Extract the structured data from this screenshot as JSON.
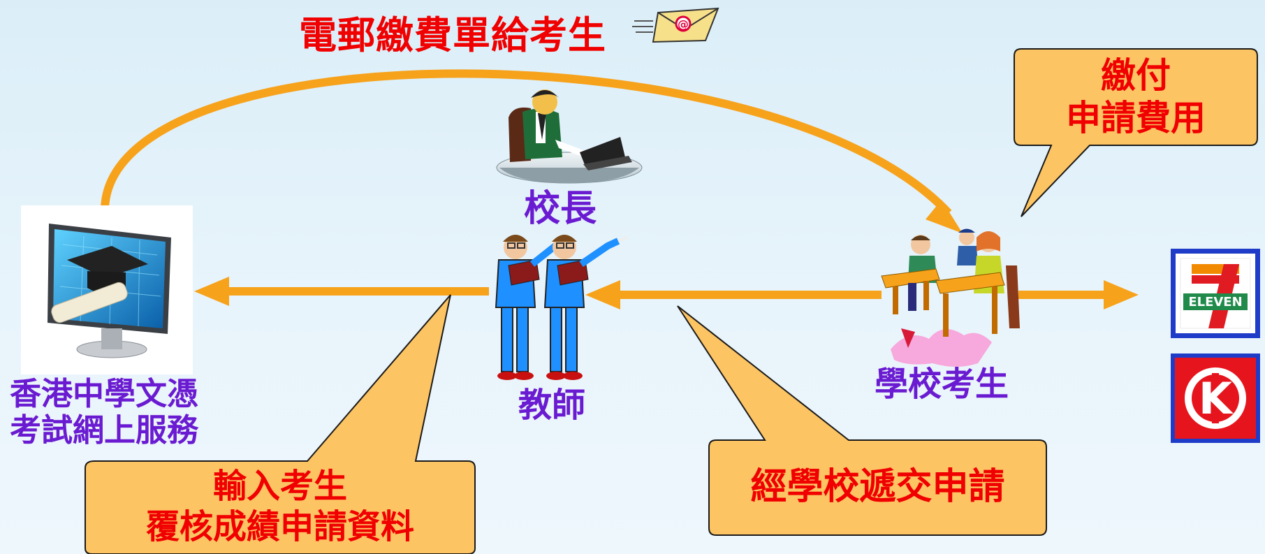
{
  "title": "電郵繳費單給考生",
  "nodes": {
    "hkdse_online": {
      "line1": "香港中學文憑",
      "line2": "考試網上服務"
    },
    "principal": "校長",
    "teacher": "教師",
    "school_candidates": "學校考生"
  },
  "callouts": {
    "pay_fee": {
      "line1": "繳付",
      "line2": "申請費用"
    },
    "input_data": {
      "line1": "輸入考生",
      "line2": "覆核成績申請資料"
    },
    "submit_via_school": "經學校遞交申請"
  },
  "stores": {
    "seven_eleven": "ELEVEN",
    "circle_k": "K"
  },
  "icons": {
    "email": "at-sign",
    "computer": "monitor-with-graduation-cap",
    "principal": "person-at-desk-laptop",
    "teacher": "two-teachers",
    "students": "students-at-desks"
  },
  "colors": {
    "arrow": "#f7a21b",
    "callout_fill": "#fcc463",
    "callout_stroke": "#1a1a1a",
    "red_text": "#f00000",
    "purple_text": "#6a1bd1",
    "store_border": "#1f3cc9"
  }
}
